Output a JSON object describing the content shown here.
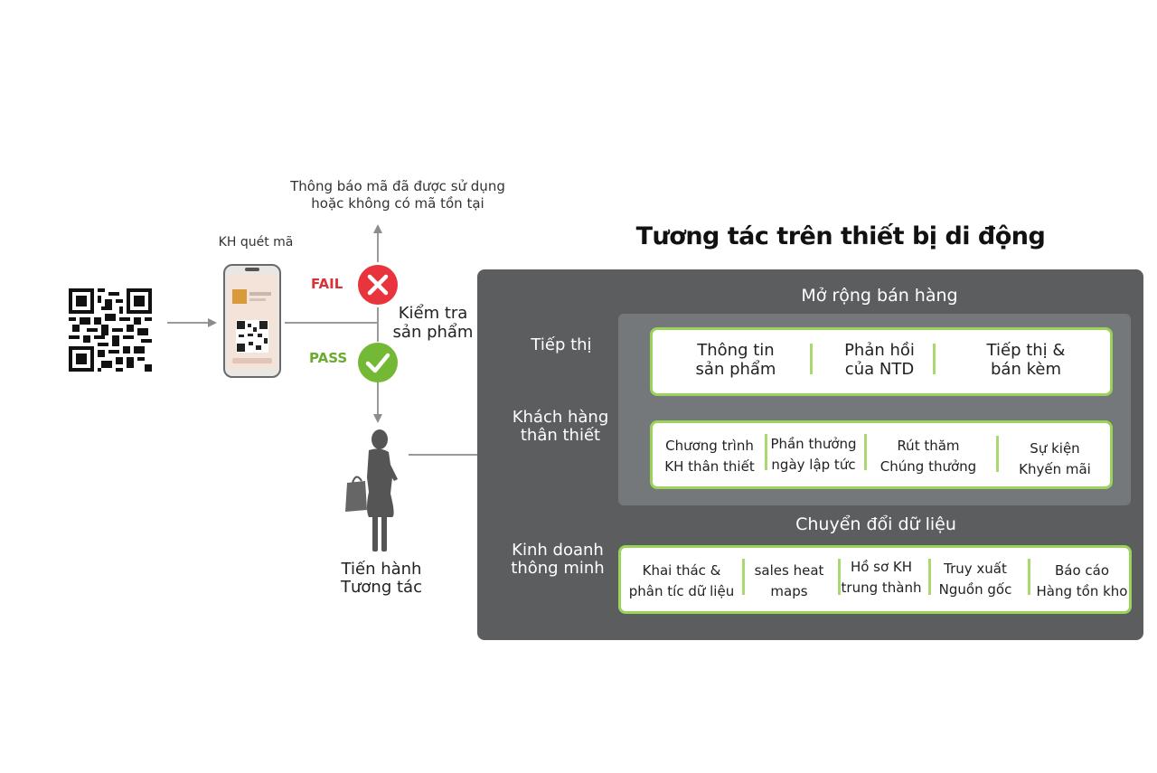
{
  "left_flow": {
    "notice": [
      "Thông báo mã đã được sử dụng",
      "hoặc không có mã tồn tại"
    ],
    "scan_label": "KH quét mã",
    "fail_label": "FAIL",
    "pass_label": "PASS",
    "check_label": [
      "Kiểm tra",
      "sản phẩm"
    ],
    "proceed_label": [
      "Tiến hành",
      "Tương tác"
    ]
  },
  "right_panel": {
    "title": "Tương tác trên thiết bị di động",
    "section_top": "Mở rộng bán hàng",
    "section_bottom": "Chuyển đổi dữ liệu",
    "row_labels": {
      "marketing": "Tiếp thị",
      "loyalty": [
        "Khách hàng",
        "thân thiết"
      ],
      "business": [
        "Kinh doanh",
        "thông minh"
      ]
    },
    "marketing_items": [
      [
        "Thông tin",
        "sản phẩm"
      ],
      [
        "Phản hồi",
        "của NTD"
      ],
      [
        "Tiếp thị &",
        "bán kèm"
      ]
    ],
    "loyalty_items": [
      [
        "Chương trình",
        "KH thân thiết"
      ],
      [
        "Phần  thưởng",
        "ngày lập tức"
      ],
      [
        "Rút thăm",
        "Chúng thưởng"
      ],
      [
        "Sự kiện",
        "Khyến mãi"
      ]
    ],
    "business_items": [
      [
        "Khai thác &",
        "phân tíc dữ liệu"
      ],
      [
        "sales heat",
        "maps"
      ],
      [
        "Hồ sơ KH",
        "trung thành"
      ],
      [
        "Truy xuất",
        "Nguồn gốc"
      ],
      [
        "Báo cáo",
        "Hàng tồn kho"
      ]
    ]
  },
  "icons": [
    "qr-code-icon",
    "phone-icon",
    "fail-x-icon",
    "pass-check-icon",
    "person-icon"
  ],
  "colors": {
    "fail": "#e8343c",
    "pass": "#74b935",
    "panel": "#5b5d5f",
    "card_border": "#9bd35a"
  }
}
